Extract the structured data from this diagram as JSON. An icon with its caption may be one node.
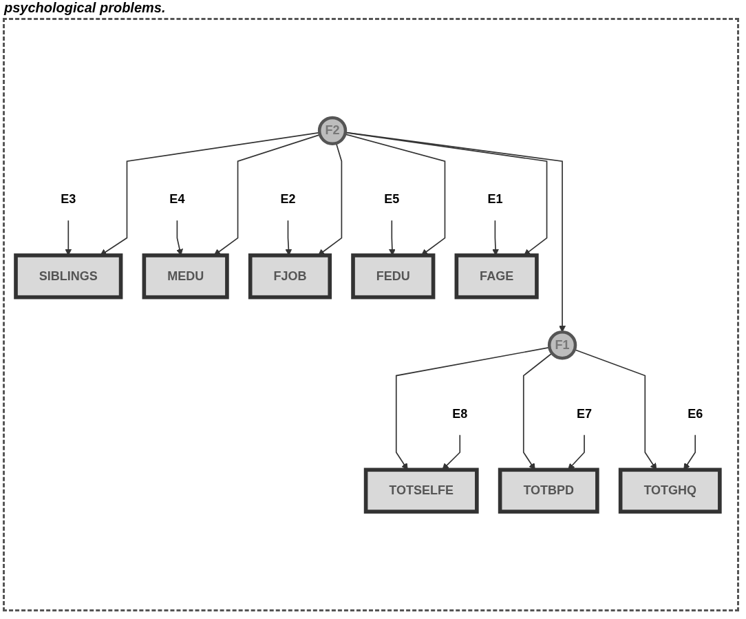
{
  "diagram": {
    "title": "psychological problems.",
    "nodes": [
      {
        "text": [
          "E3"
        ]
      },
      {
        "text": [
          "E4"
        ]
      },
      {
        "text": [
          "E2"
        ]
      },
      {
        "text": [
          "SIBLINGS"
        ]
      },
      {
        "text": [
          "E5"
        ]
      },
      {
        "text": [
          "MEDU"
        ]
      },
      {
        "text": [
          "FJOB"
        ]
      },
      {
        "text": [
          "E1"
        ]
      },
      {
        "text": [
          "FEDU"
        ]
      },
      {
        "text": [
          "FAGE"
        ]
      },
      {
        "text": [
          "F2"
        ]
      },
      {
        "text": [
          "F1"
        ]
      },
      {
        "text": [
          "E8"
        ]
      },
      {
        "text": [
          "TOTSELFE"
        ]
      },
      {
        "text": [
          "TOTGHQ"
        ]
      },
      {
        "text": [
          "E6"
        ]
      },
      {
        "text": [
          "TOTBPD"
        ]
      },
      {
        "text": [
          "E7"
        ]
      }
    ],
    "edges": [
      {
        "from": 0,
        "to": 3,
        "arrow": "to"
      },
      {
        "from": 1,
        "to": 5,
        "arrow": "to"
      },
      {
        "from": 2,
        "to": 6,
        "arrow": "to"
      },
      {
        "from": 4,
        "to": 8,
        "arrow": "to"
      },
      {
        "from": 7,
        "to": 9,
        "arrow": "to"
      },
      {
        "from": 10,
        "to": 8,
        "arrow": "to"
      },
      {
        "from": 10,
        "to": 5,
        "arrow": "to"
      },
      {
        "from": 10,
        "to": 3,
        "arrow": "to"
      },
      {
        "from": 10,
        "to": 6,
        "arrow": "to"
      },
      {
        "from": 10,
        "to": 9,
        "arrow": "to"
      },
      {
        "from": 10,
        "to": 11,
        "arrow": "to"
      },
      {
        "from": 11,
        "to": 13,
        "arrow": "to"
      },
      {
        "from": 11,
        "to": 16,
        "arrow": "to"
      },
      {
        "from": 11,
        "to": 14,
        "arrow": "to"
      },
      {
        "from": 12,
        "to": 13,
        "arrow": "to"
      },
      {
        "from": 15,
        "to": 14,
        "arrow": "to"
      },
      {
        "from": 17,
        "to": 16,
        "arrow": "to"
      }
    ]
  }
}
